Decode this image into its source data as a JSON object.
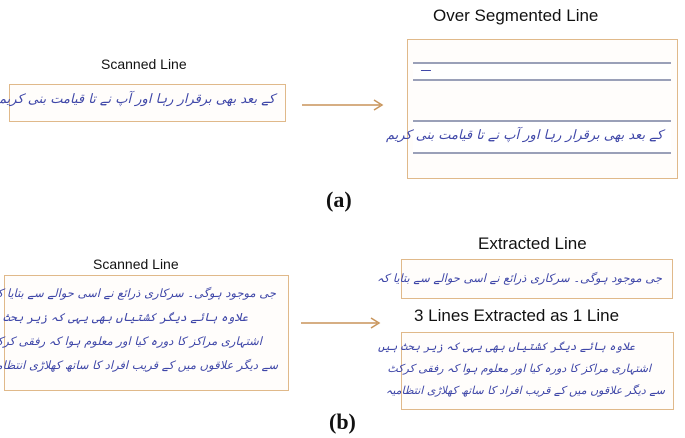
{
  "panel_a": {
    "scanned_label": "Scanned Line",
    "result_label": "Over Segmented Line",
    "caption": "(a)",
    "line_text": "کے بعد بھی برقرار رہا اور آپ نے تا قیامت بنی کریم",
    "fragment_text": "ـــ"
  },
  "panel_b": {
    "scanned_label": "Scanned Line",
    "extracted_label": "Extracted Line",
    "merged_label": "3 Lines Extracted as 1 Line",
    "caption": "(b)",
    "lines": [
      "جی موجود ہوگی۔ سرکاری ذرائع نے اسی حوالے سے بتایا کہ",
      "علاوہ ہائے دیگر کشتیاں بھی یہی کہ زیر بحث ہیں",
      "اشتہاری مراکز کا دورہ کیا اور معلوم ہوا کہ رفقی کرکٹ",
      "سے دیگر علاقوں میں کے قریب افراد کا ساتھ کھلاڑی انتظامیہ"
    ]
  },
  "colors": {
    "arrow": "#c8945a",
    "border": "#e0b98a",
    "ink": "#3f47a8"
  }
}
